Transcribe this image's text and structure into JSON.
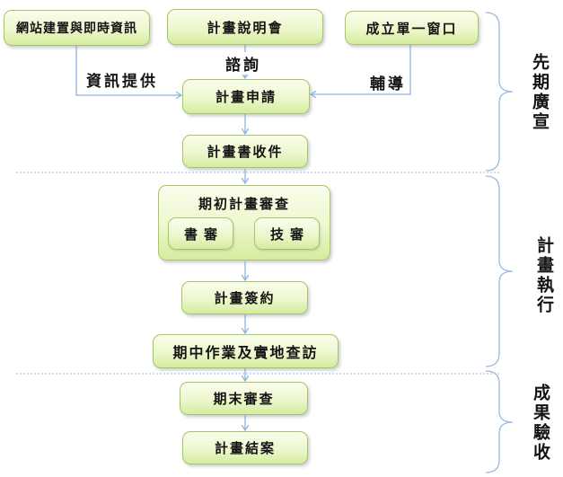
{
  "boxes": {
    "web_info": "網站建置與即時資訊",
    "briefing": "計畫說明會",
    "single_window": "成立單一窗口",
    "application": "計畫申請",
    "receipt": "計畫書收件",
    "initial_review": "期初計畫審查",
    "doc_review": "書審",
    "tech_review": "技審",
    "signing": "計畫簽約",
    "midterm": "期中作業及實地查訪",
    "final_review": "期末審查",
    "closure": "計畫結案"
  },
  "edges": {
    "info_provision": "資訊提供",
    "consultation": "諮詢",
    "guidance": "輔導"
  },
  "phases": {
    "pre_promotion": "先期廣宣",
    "execution": "計畫執行",
    "acceptance": "成果驗收"
  },
  "colors": {
    "box_border": "#a2c868",
    "box_fill_top": "#fafdec",
    "box_fill_bottom": "#d5ec9e",
    "connector": "#8db3e2",
    "brace": "#9cb9de",
    "text": "#141414",
    "background": "#ffffff"
  }
}
